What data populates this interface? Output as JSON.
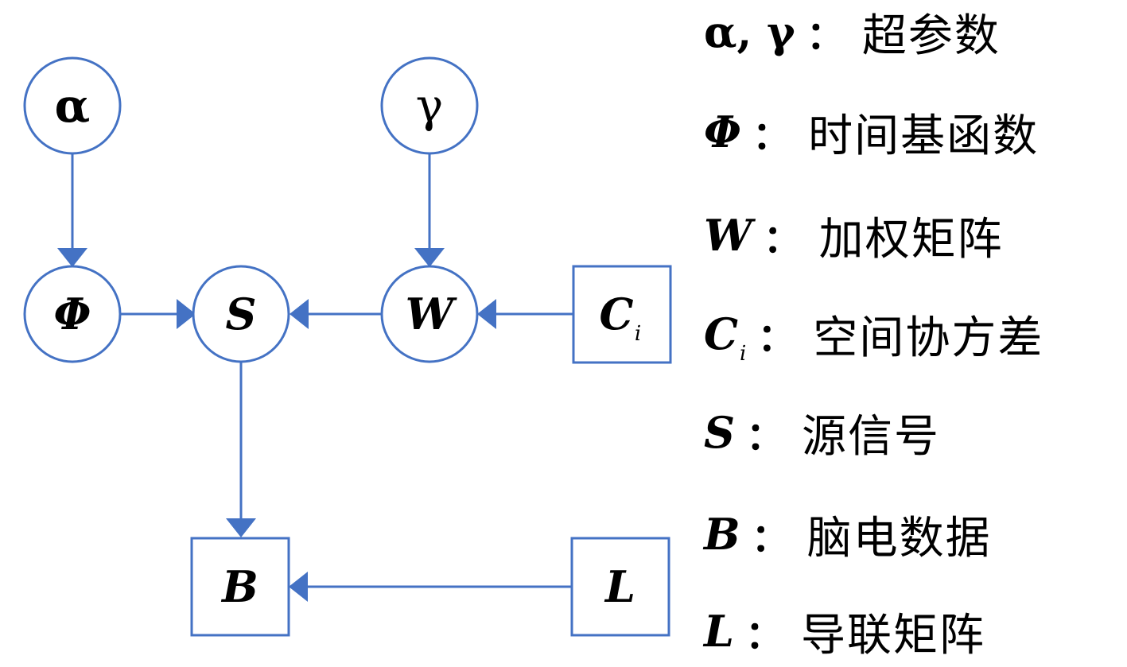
{
  "nodes": {
    "alpha": {
      "label": "α",
      "shape": "circle"
    },
    "gamma": {
      "label": "γ",
      "shape": "circle"
    },
    "phi": {
      "label": "Φ",
      "shape": "circle"
    },
    "s": {
      "label": "S",
      "shape": "circle"
    },
    "w": {
      "label": "W",
      "shape": "circle"
    },
    "c": {
      "label": "C",
      "sub": "i",
      "shape": "square"
    },
    "b": {
      "label": "B",
      "shape": "square"
    },
    "l": {
      "label": "L",
      "shape": "square"
    }
  },
  "edges": [
    {
      "from": "alpha",
      "to": "phi"
    },
    {
      "from": "gamma",
      "to": "w"
    },
    {
      "from": "phi",
      "to": "s"
    },
    {
      "from": "w",
      "to": "s"
    },
    {
      "from": "c",
      "to": "w"
    },
    {
      "from": "s",
      "to": "b"
    },
    {
      "from": "l",
      "to": "b"
    }
  ],
  "legend": [
    {
      "symbol": "α, γ",
      "colon": "：",
      "text": "超参数"
    },
    {
      "symbol": "Φ",
      "colon": "：",
      "text": "时间基函数"
    },
    {
      "symbol": "W",
      "colon": "：",
      "text": "加权矩阵"
    },
    {
      "symbol": "C",
      "sub": "i",
      "colon": "：",
      "text": "空间协方差"
    },
    {
      "symbol": "S",
      "colon": "：",
      "text": "源信号"
    },
    {
      "symbol": "B",
      "colon": "：",
      "text": "脑电数据"
    },
    {
      "symbol": "L",
      "colon": "：",
      "text": "导联矩阵"
    }
  ],
  "colors": {
    "stroke": "#4472c4",
    "text": "#000000",
    "background": "#ffffff"
  }
}
